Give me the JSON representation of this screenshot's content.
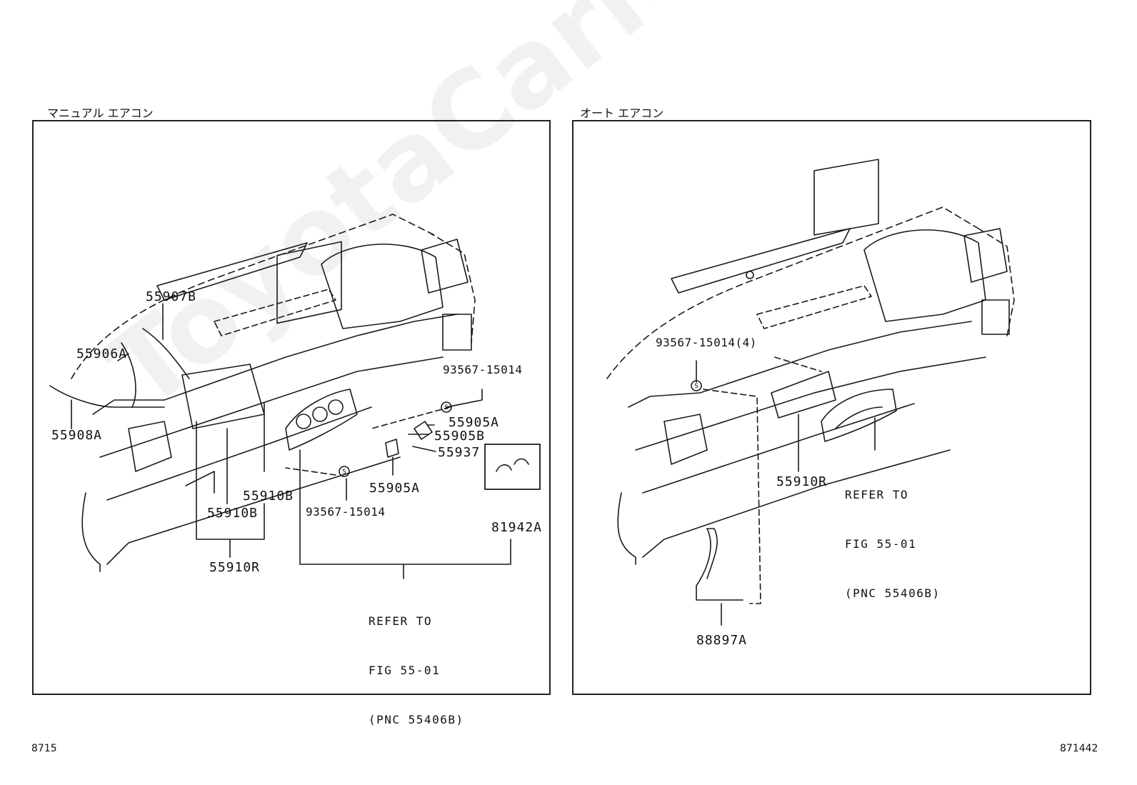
{
  "watermark": "ToyotaCarMine.ru",
  "left_panel": {
    "title": "マニュアル エアコン",
    "labels": {
      "p55907B": "55907B",
      "p55906A": "55906A",
      "p55908A": "55908A",
      "p93567_top": "93567-15014",
      "p55905A_1": "55905A",
      "p55905B": "55905B",
      "p55937": "55937",
      "p55905A_2": "55905A",
      "p55910B_1": "55910B",
      "p55910B_2": "55910B",
      "p93567_bottom": "93567-15014",
      "p81942A": "81942A",
      "p55910R": "55910R"
    },
    "refer": {
      "line1": "REFER TO",
      "line2": "FIG 55-01",
      "line3": "(PNC 55406B)"
    }
  },
  "right_panel": {
    "title": "オート エアコン",
    "labels": {
      "p93567": "93567-15014(4)",
      "p55910R": "55910R",
      "p88897A": "88897A"
    },
    "refer": {
      "line1": "REFER TO",
      "line2": "FIG 55-01",
      "line3": "(PNC 55406B)"
    }
  },
  "footer": {
    "left_code": "8715",
    "right_code": "871442"
  }
}
